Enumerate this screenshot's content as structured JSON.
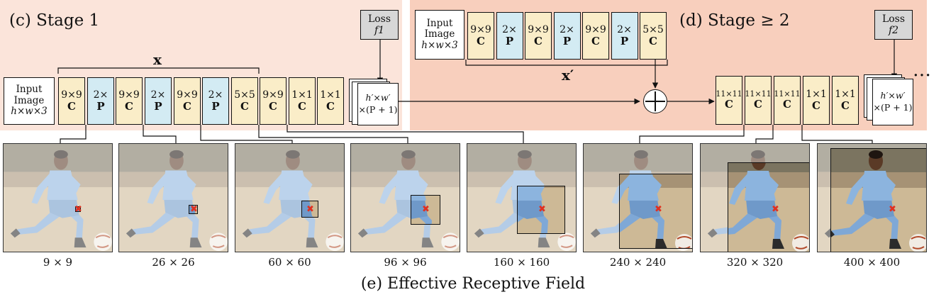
{
  "stage1": {
    "title": "(c) Stage 1",
    "input": {
      "line1": "Input",
      "line2": "Image",
      "line3": "h×w×3"
    },
    "blocks": [
      {
        "op": "9×9",
        "letter": "C",
        "kind": "conv"
      },
      {
        "op": "2×",
        "letter": "P",
        "kind": "pool"
      },
      {
        "op": "9×9",
        "letter": "C",
        "kind": "conv"
      },
      {
        "op": "2×",
        "letter": "P",
        "kind": "pool"
      },
      {
        "op": "9×9",
        "letter": "C",
        "kind": "conv"
      },
      {
        "op": "2×",
        "letter": "P",
        "kind": "pool"
      },
      {
        "op": "5×5",
        "letter": "C",
        "kind": "conv"
      },
      {
        "op": "9×9",
        "letter": "C",
        "kind": "conv"
      },
      {
        "op": "1×1",
        "letter": "C",
        "kind": "conv"
      },
      {
        "op": "1×1",
        "letter": "C",
        "kind": "conv"
      }
    ],
    "feature_label": "x",
    "output": {
      "line1": "h′×w′",
      "line2": "×(P + 1)"
    },
    "loss": {
      "line1": "Loss",
      "line2": "f1"
    }
  },
  "stage2": {
    "title": "(d) Stage ≥ 2",
    "input": {
      "line1": "Input",
      "line2": "Image",
      "line3": "h×w×3"
    },
    "blocks": [
      {
        "op": "9×9",
        "letter": "C",
        "kind": "conv"
      },
      {
        "op": "2×",
        "letter": "P",
        "kind": "pool"
      },
      {
        "op": "9×9",
        "letter": "C",
        "kind": "conv"
      },
      {
        "op": "2×",
        "letter": "P",
        "kind": "pool"
      },
      {
        "op": "9×9",
        "letter": "C",
        "kind": "conv"
      },
      {
        "op": "2×",
        "letter": "P",
        "kind": "pool"
      },
      {
        "op": "5×5",
        "letter": "C",
        "kind": "conv"
      }
    ],
    "feature_label": "x′",
    "post_blocks": [
      {
        "op": "11×11",
        "letter": "C"
      },
      {
        "op": "11×11",
        "letter": "C"
      },
      {
        "op": "11×11",
        "letter": "C"
      },
      {
        "op": "1×1",
        "letter": "C"
      },
      {
        "op": "1×1",
        "letter": "C"
      }
    ],
    "output": {
      "line1": "h′×w′",
      "line2": "×(P + 1)"
    },
    "loss": {
      "line1": "Loss",
      "line2": "f2"
    },
    "ellipsis": "…"
  },
  "receptive_fields": [
    {
      "label": "9 × 9"
    },
    {
      "label": "26 × 26"
    },
    {
      "label": "60 × 60"
    },
    {
      "label": "96 × 96"
    },
    {
      "label": "160 × 160"
    },
    {
      "label": "240 × 240"
    },
    {
      "label": "320 × 320"
    },
    {
      "label": "400 × 400"
    }
  ],
  "caption": "(e) Effective Receptive Field",
  "colors": {
    "stage1_bg": "#fbe4da",
    "stage2_bg": "#f8cfbd",
    "conv_block": "#faedc8",
    "pool_block": "#d3ebf3",
    "loss_box": "#d7d7d7",
    "joint_marker": "#e03020"
  }
}
